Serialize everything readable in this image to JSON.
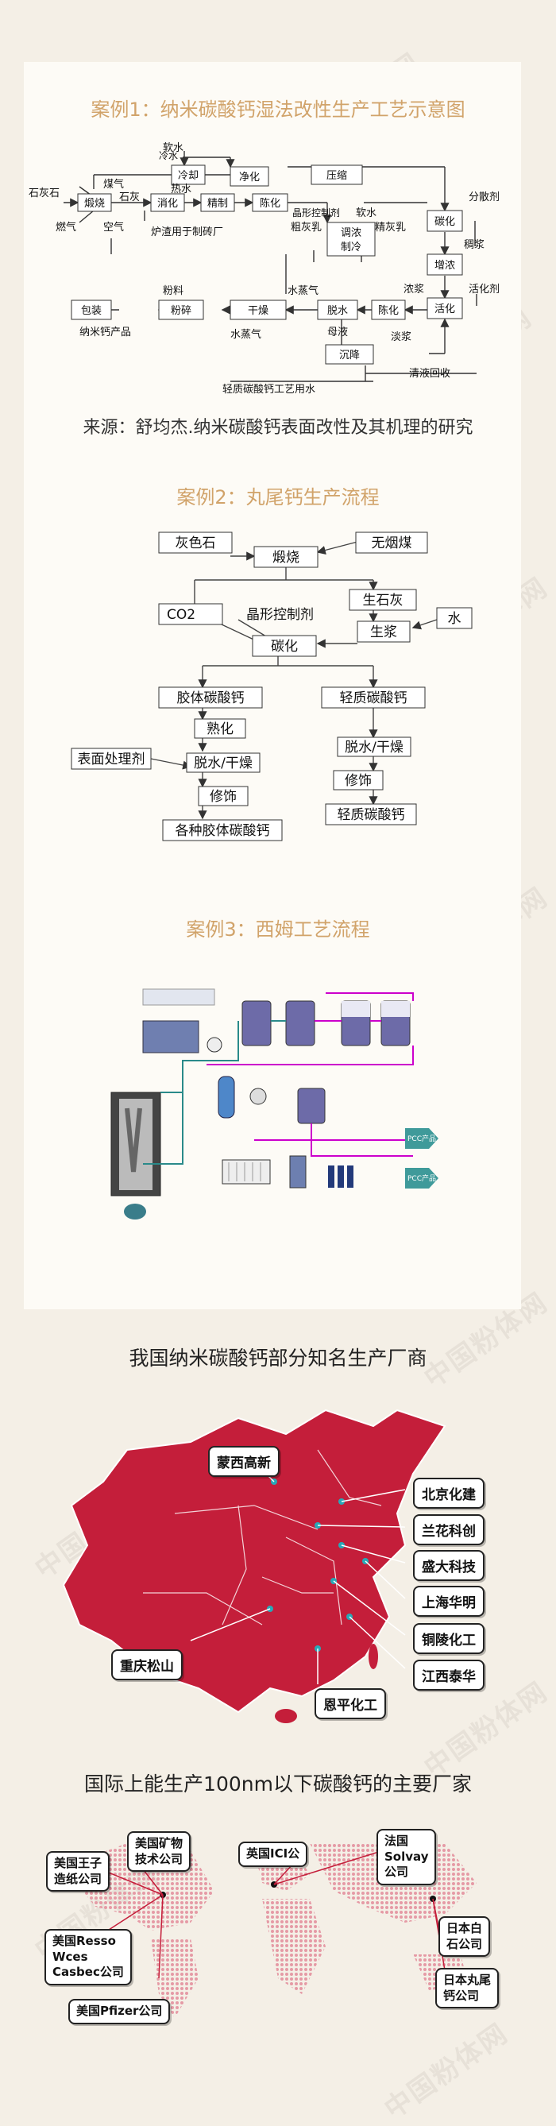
{
  "watermark": "中国粉体网",
  "case1": {
    "title": "案例1：纳米碳酸钙湿法改性生产工艺示意图",
    "nodes": {
      "limestone": "石灰石",
      "calcine": "煅烧",
      "lime": "石灰",
      "slake": "消化",
      "refine": "精制",
      "aging": "陈化",
      "cool": "冷却",
      "purify": "净化",
      "compress": "压缩",
      "crystal_agent": "晶形控制剂",
      "soft_water": "软水",
      "cold_milk": "粗灰乳",
      "refined_milk": "精灰乳",
      "coolrow": "调浓\n制冷",
      "carbonize": "碳化",
      "disperse_agent": "分散剂",
      "thicken": "增浓",
      "activate": "活化",
      "activate_agent": "活化剂",
      "thick_slurry": "浓浆",
      "aging2": "陈化",
      "dewater": "脱水",
      "mother_liquor": "母液",
      "settle": "沉降",
      "clear_liquid": "清液回收",
      "thin_slurry": "淡浆",
      "dry": "干燥",
      "steam": "水蒸气",
      "grind": "粉碎",
      "powder": "粉料",
      "pack": "包装",
      "product": "纳米钙产品",
      "coal": "煤气",
      "air": "空气",
      "fuel": "燃气",
      "soft_water2": "软水",
      "hot_water": "热水",
      "residue": "炉渣用于制砖厂",
      "light_plant": "轻质碳酸钙工艺用水",
      "clear": "清液",
      "cold_water": "冷水",
      "dense": "稠浆"
    },
    "source": "来源：舒均杰.纳米碳酸钙表面改性及其机理的研究"
  },
  "case2": {
    "title": "案例2：丸尾钙生产流程",
    "nodes": {
      "gray_stone": "灰色石",
      "calcine": "煅烧",
      "anthracite": "无烟煤",
      "quicklime": "生石灰",
      "co2": "CO2",
      "crystal_agent": "晶形控制剂",
      "water": "水",
      "slurry": "生浆",
      "carbonize": "碳化",
      "colloid": "胶体碳酸钙",
      "light": "轻质碳酸钙",
      "ripen": "熟化",
      "surface_agent": "表面处理剂",
      "dewater1": "脱水/干燥",
      "dewater2": "脱水/干燥",
      "finish1": "修饰",
      "finish2": "修饰",
      "product1": "各种胶体碳酸钙",
      "product2": "轻质碳酸钙"
    }
  },
  "case3": {
    "title": "案例3：西姆工艺流程",
    "labels": [
      "PCC产品",
      "PCC产品"
    ]
  },
  "china": {
    "title": "我国纳米碳酸钙部分知名生产厂商",
    "labels": {
      "mengxi": "蒙西高新",
      "beijing": "北京化建",
      "lanhua": "兰花科创",
      "shengda": "盛大科技",
      "shanghai": "上海华明",
      "tongling": "铜陵化工",
      "jiangxi": "江西泰华",
      "chongqing": "重庆松山",
      "enping": "恩平化工"
    },
    "map_color": "#c41e3a"
  },
  "world": {
    "title": "国际上能生产100nm以下碳酸钙的主要厂家",
    "labels": {
      "wangzi": "美国王子\n造纸公司",
      "mineral": "美国矿物\n技术公司",
      "ici": "英国ICI公",
      "solvay": "法国\nSolvay\n公司",
      "resso": "美国Resso\nWces\nCasbec公司",
      "pfizer": "美国Pfizer公司",
      "shiraishi": "日本白\n石公司",
      "maruo": "日本丸尾\n钙公司"
    },
    "dot_color": "#e59aa5"
  }
}
